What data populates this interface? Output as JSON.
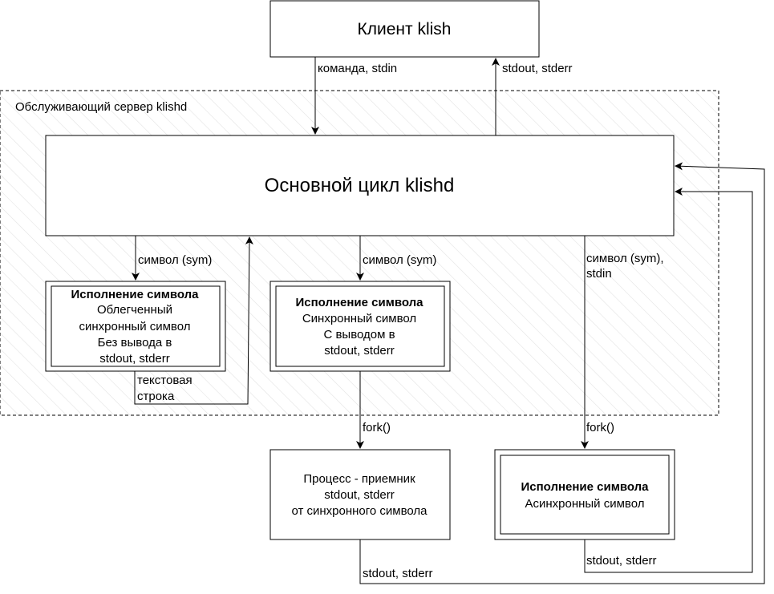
{
  "client": {
    "title": "Клиент klish"
  },
  "server": {
    "label": "Обслуживающий сервер klishd"
  },
  "main_loop": {
    "title": "Основной цикл klishd"
  },
  "boxes": {
    "light_sync": {
      "heading": "Исполнение символа",
      "lines": [
        "Облегченный",
        "синхронный символ",
        "Без вывода в",
        "stdout, stderr"
      ]
    },
    "sync": {
      "heading": "Исполнение символа",
      "lines": [
        "Синхронный символ",
        "С выводом в",
        "stdout, stderr"
      ]
    },
    "receiver": {
      "lines": [
        "Процесс - приемник",
        "stdout, stderr",
        "от синхронного символа"
      ]
    },
    "async": {
      "heading": "Исполнение символа",
      "lines": [
        "Асинхронный символ"
      ]
    }
  },
  "edges": {
    "client_to_loop": "команда, stdin",
    "loop_to_client": "stdout, stderr",
    "to_light": "символ (sym)",
    "light_return": [
      "текстовая",
      "строка"
    ],
    "to_sync": "символ (sym)",
    "to_async": [
      "символ (sym),",
      "stdin"
    ],
    "sync_fork": "fork()",
    "async_fork": "fork()",
    "receiver_out": "stdout, stderr",
    "async_out": "stdout, stderr"
  }
}
